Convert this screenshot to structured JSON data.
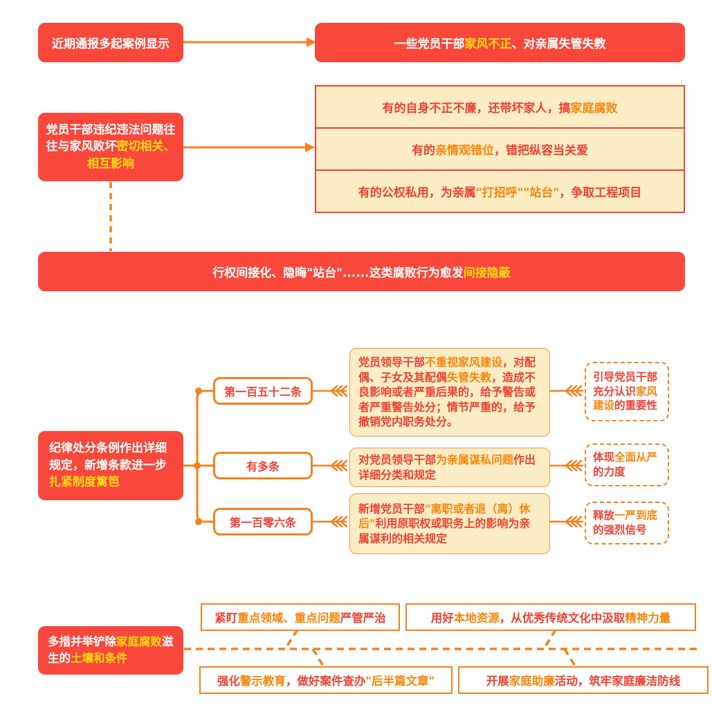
{
  "palette": {
    "red_box_bg": "#f9483b",
    "yellow_highlight": "#ffd915",
    "red_text": "#ee4233",
    "orange_text": "#f8860d",
    "orange_line": "#f8801d",
    "beige_bg": "#fdedc5"
  },
  "section1": {
    "left": {
      "segments": [
        {
          "t": "近期通报多起案例显示",
          "c": "w"
        }
      ]
    },
    "right": {
      "segments": [
        {
          "t": "一些党员干部",
          "c": "w"
        },
        {
          "t": "家风不正",
          "c": "y"
        },
        {
          "t": "、对亲属失管失教",
          "c": "w"
        }
      ]
    }
  },
  "section2": {
    "left": {
      "segments": [
        {
          "t": "党员干部违纪违法问题往往与家风败坏",
          "c": "w"
        },
        {
          "t": "密切相关、相互影响",
          "c": "y"
        }
      ]
    },
    "rows": [
      {
        "segments": [
          {
            "t": "有的自身不正不廉，还带坏家人，搞",
            "c": "r"
          },
          {
            "t": "家庭腐败",
            "c": "o"
          }
        ]
      },
      {
        "segments": [
          {
            "t": "有的",
            "c": "r"
          },
          {
            "t": "亲情观错位",
            "c": "o"
          },
          {
            "t": "，错把纵容当关爱",
            "c": "r"
          }
        ]
      },
      {
        "segments": [
          {
            "t": "有的公权私用，为亲属",
            "c": "r"
          },
          {
            "t": "\"打招呼\"\"站台\"",
            "c": "o"
          },
          {
            "t": "，争取工程项目",
            "c": "r"
          }
        ]
      }
    ]
  },
  "banner": {
    "segments": [
      {
        "t": "行权间接化、隐晦\"站台\"......这类腐败行为愈发",
        "c": "w"
      },
      {
        "t": "间接隐蔽",
        "c": "y"
      }
    ]
  },
  "section3": {
    "left": {
      "segments": [
        {
          "t": "纪律处分条例作出详细规定，新增条款进一步",
          "c": "w"
        },
        {
          "t": "扎紧制度篱笆",
          "c": "y"
        }
      ]
    },
    "branches": [
      {
        "node": "第一百五十二条",
        "detail": {
          "segments": [
            {
              "t": "党员领导干部",
              "c": "r"
            },
            {
              "t": "不重视家风建设",
              "c": "o"
            },
            {
              "t": "，对配偶、子女及其配偶",
              "c": "r"
            },
            {
              "t": "失管失教",
              "c": "o"
            },
            {
              "t": "，造成不良影响或者严重后果的，给予警告或者严重警告处分；情节严重的，给予撤销党内职务处分。",
              "c": "r"
            }
          ]
        },
        "note": {
          "segments": [
            {
              "t": "引导党员干部充分认识",
              "c": "r"
            },
            {
              "t": "家风建设",
              "c": "o"
            },
            {
              "t": "的重要性",
              "c": "r"
            }
          ]
        }
      },
      {
        "node": "有多条",
        "detail": {
          "segments": [
            {
              "t": "对党员领导干部",
              "c": "r"
            },
            {
              "t": "为亲属谋私问题",
              "c": "o"
            },
            {
              "t": "作出详细分类和规定",
              "c": "r"
            }
          ]
        },
        "note": {
          "segments": [
            {
              "t": "体现",
              "c": "r"
            },
            {
              "t": "全面从严",
              "c": "o"
            },
            {
              "t": "的力度",
              "c": "r"
            }
          ]
        }
      },
      {
        "node": "第一百零六条",
        "detail": {
          "segments": [
            {
              "t": "新增党员干部",
              "c": "r"
            },
            {
              "t": "\"离职或者退（离）休后\"",
              "c": "o"
            },
            {
              "t": "利用原职权或职务上的影响为亲属谋利的相关规定",
              "c": "r"
            }
          ]
        },
        "note": {
          "segments": [
            {
              "t": "释放",
              "c": "r"
            },
            {
              "t": "一严到底",
              "c": "o"
            },
            {
              "t": "的强烈信号",
              "c": "r"
            }
          ]
        }
      }
    ]
  },
  "section4": {
    "left": {
      "segments": [
        {
          "t": "多措并举铲除",
          "c": "w"
        },
        {
          "t": "家庭腐败",
          "c": "y"
        },
        {
          "t": "滋生的",
          "c": "w"
        },
        {
          "t": "土壤和条件",
          "c": "y"
        }
      ]
    },
    "items": [
      {
        "segments": [
          {
            "t": "紧盯",
            "c": "r"
          },
          {
            "t": "重点领域、重点问题",
            "c": "o"
          },
          {
            "t": "严管严治",
            "c": "r"
          }
        ]
      },
      {
        "segments": [
          {
            "t": "用好",
            "c": "r"
          },
          {
            "t": "本地资源",
            "c": "o"
          },
          {
            "t": "，从优秀传统文化中汲取",
            "c": "r"
          },
          {
            "t": "精神力量",
            "c": "o"
          }
        ]
      },
      {
        "segments": [
          {
            "t": "强化",
            "c": "r"
          },
          {
            "t": "警示教育",
            "c": "o"
          },
          {
            "t": "，做好案件查办",
            "c": "r"
          },
          {
            "t": "\"后半篇文章\"",
            "c": "o"
          }
        ]
      },
      {
        "segments": [
          {
            "t": "开展",
            "c": "r"
          },
          {
            "t": "家庭助廉",
            "c": "o"
          },
          {
            "t": "活动，筑牢家庭廉洁防线",
            "c": "r"
          }
        ]
      }
    ]
  }
}
